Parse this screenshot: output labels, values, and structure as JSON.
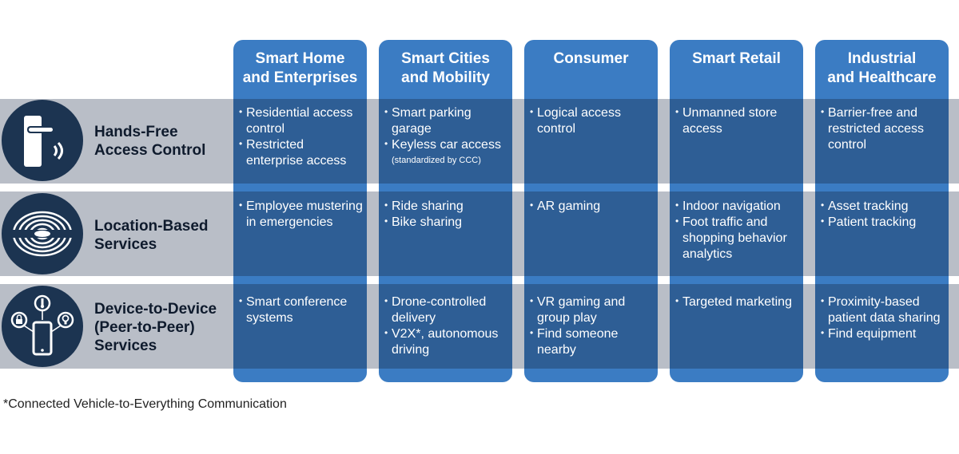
{
  "columns": [
    {
      "line1": "Smart Home",
      "line2": "and Enterprises"
    },
    {
      "line1": "Smart Cities",
      "line2": "and Mobility"
    },
    {
      "line1": "Consumer",
      "line2": ""
    },
    {
      "line1": "Smart Retail",
      "line2": ""
    },
    {
      "line1": "Industrial",
      "line2": "and Healthcare"
    }
  ],
  "rows": [
    {
      "line1": "Hands-Free",
      "line2": "Access Control",
      "line3": "",
      "icon": "door-handle-signal-icon"
    },
    {
      "line1": "Location-Based",
      "line2": "Services",
      "line3": "",
      "icon": "radar-waves-icon"
    },
    {
      "line1": "Device-to-Device",
      "line2": "(Peer-to-Peer)",
      "line3": "Services",
      "icon": "smartphone-devices-icon"
    }
  ],
  "cells": {
    "r0": {
      "c0": [
        "Residential access control",
        "Restricted enterprise access"
      ],
      "c1": [
        "Smart parking garage",
        "Keyless car access"
      ],
      "c1_note": "(standardized by CCC)",
      "c2": [
        "Logical access control"
      ],
      "c3": [
        "Unmanned store access"
      ],
      "c4": [
        "Barrier-free and restricted access control"
      ]
    },
    "r1": {
      "c0": [
        "Employee mustering in emergencies"
      ],
      "c1": [
        "Ride sharing",
        "Bike sharing"
      ],
      "c2": [
        "AR gaming"
      ],
      "c3": [
        "Indoor navigation",
        "Foot traffic and shopping behavior analytics"
      ],
      "c4": [
        "Asset tracking",
        "Patient tracking"
      ]
    },
    "r2": {
      "c0": [
        "Smart conference systems"
      ],
      "c1": [
        "Drone-controlled delivery",
        "V2X*, autonomous driving"
      ],
      "c2": [
        "VR gaming and group play",
        "Find someone nearby"
      ],
      "c3": [
        "Targeted marketing"
      ],
      "c4": [
        "Proximity-based patient data sharing",
        "Find equipment"
      ]
    }
  },
  "bullet": "•",
  "footnote": "*Connected Vehicle-to-Everything Communication"
}
